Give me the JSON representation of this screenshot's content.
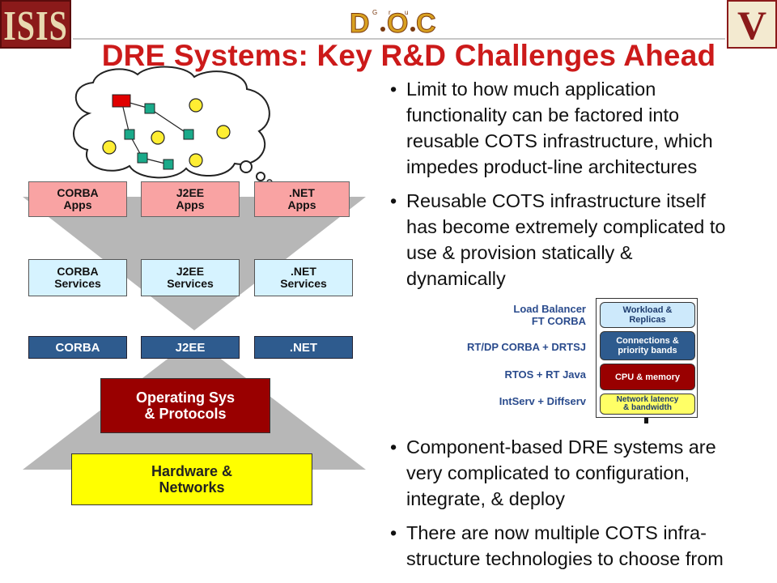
{
  "logos": {
    "left": "ISIS",
    "center": "DOC Group",
    "right": "V"
  },
  "title": "DRE Systems: Key R&D Challenges Ahead",
  "bullets": [
    "Limit to how much application\nfunctionality can be factored into\nreusable COTS infrastructure, which\nimpedes product-line architectures",
    "Reusable COTS infrastructure itself\nhas become extremely complicated to\nuse & provision statically &\ndynamically",
    "Component-based DRE systems are\nvery complicated to configuration,\nintegrate, & deploy",
    "There are now multiple COTS infra-\nstructure technologies to choose from"
  ],
  "bullet_char": "•",
  "layers": {
    "apps": [
      "CORBA\nApps",
      "J2EE\nApps",
      ".NET\nApps"
    ],
    "services": [
      "CORBA\nServices",
      "J2EE\nServices",
      ".NET\nServices"
    ],
    "tech": [
      "CORBA",
      "J2EE",
      ".NET"
    ],
    "os": "Operating Sys\n& Protocols",
    "hw": "Hardware &\nNetworks"
  },
  "stack": {
    "labels": [
      "Load Balancer\nFT CORBA",
      "RT/DP CORBA + DRTSJ",
      "RTOS + RT Java",
      "IntServ + Diffserv"
    ],
    "boxes": [
      "Workload &\nReplicas",
      "Connections &\npriority bands",
      "CPU & memory",
      "Network latency\n& bandwidth"
    ]
  },
  "colors": {
    "title": "#cc1a1a",
    "apps": "#f9a3a3",
    "services": "#d6f3ff",
    "tech": "#2e5b8e",
    "os": "#990000",
    "hw": "#ffff00",
    "stack_labels": "#2a4b8d"
  }
}
